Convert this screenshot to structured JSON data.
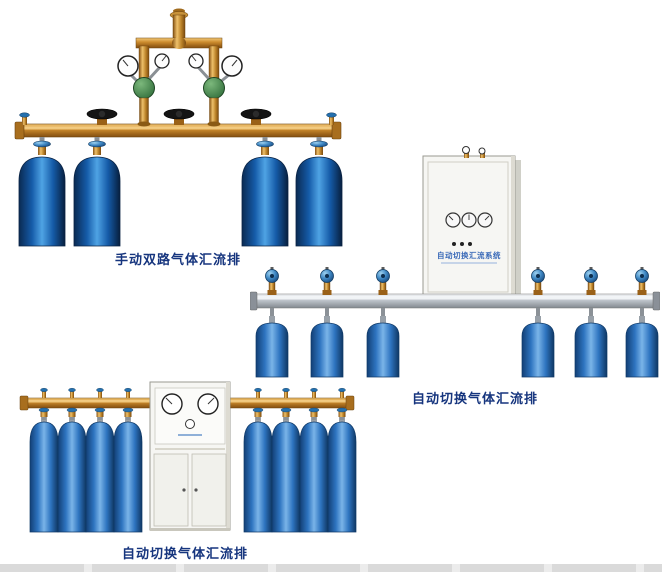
{
  "products": {
    "manual_dual": {
      "caption": "手动双路气体汇流排"
    },
    "auto_wall": {
      "caption": "自动切换气体汇流排",
      "cabinet_label": "自动切换汇流系统"
    },
    "auto_floor": {
      "caption": "自动切换气体汇流排"
    }
  },
  "colors": {
    "caption_text": "#16357e",
    "cylinder_dark_blue": "#155ba8",
    "cylinder_blue": "#2e74c0",
    "brass_pipe": "#c0832a",
    "manifold_silver": "#b9bfc6",
    "cabinet_body": "#f6f6f3",
    "valve_handwheel_blue": "#3f88c4"
  }
}
